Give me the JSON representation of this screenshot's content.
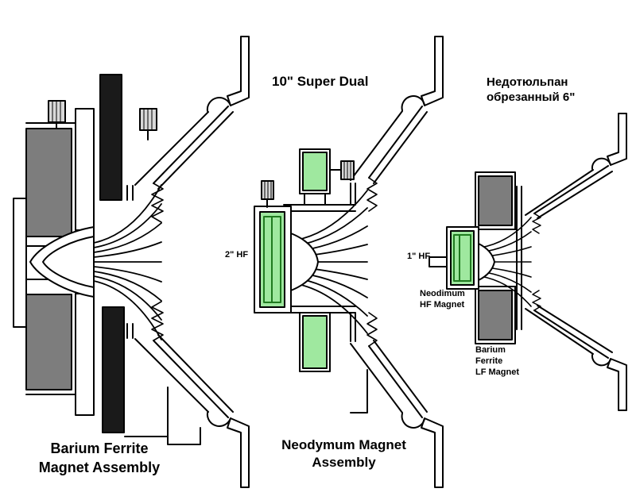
{
  "left": {
    "caption_line1": "Barium Ferrite",
    "caption_line2": "Magnet  Assembly"
  },
  "middle": {
    "title": "10\" Super Dual",
    "hf_label": "2\" HF",
    "caption_line1": "Neodymum Magnet",
    "caption_line2": "Assembly"
  },
  "right": {
    "title_line1": "Недотюльпан",
    "title_line2": "обрезанный  6\"",
    "hf_label": "1\" HF",
    "hf_magnet_line1": "Neodimum",
    "hf_magnet_line2": "HF Magnet",
    "lf_magnet_line1": "Barium",
    "lf_magnet_line2": "Ferrite",
    "lf_magnet_line3": "LF Magnet"
  },
  "colors": {
    "neodymium_green": "#9fe89f",
    "neodymium_green_stripe": "#1f7a1f",
    "barium_gray": "#7d7d7d",
    "pole_black": "#1a1a1a",
    "screw_gray": "#d8d8d8"
  }
}
